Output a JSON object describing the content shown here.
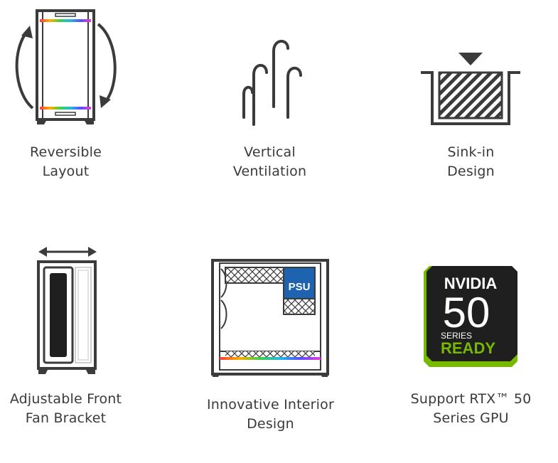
{
  "features": [
    {
      "id": "reversible",
      "icon": "reversible-layout-icon",
      "line1": "Reversible",
      "line2": "Layout"
    },
    {
      "id": "ventilation",
      "icon": "vertical-ventilation-icon",
      "line1": "Vertical",
      "line2": "Ventilation"
    },
    {
      "id": "sinkin",
      "icon": "sink-in-design-icon",
      "line1": "Sink-in",
      "line2": "Design"
    },
    {
      "id": "fanbracket",
      "icon": "adjustable-front-fan-bracket-icon",
      "line1": "Adjustable Front",
      "line2": "Fan Bracket"
    },
    {
      "id": "interior",
      "icon": "innovative-interior-design-icon",
      "line1": "Innovative Interior",
      "line2": "Design",
      "psu_label": "PSU"
    },
    {
      "id": "rtx",
      "icon": "nvidia-50-series-ready-icon",
      "line1": "Support RTX™ 50",
      "line2": "Series GPU",
      "badge": {
        "brand": "NVIDIA",
        "number": "50",
        "series": "SERIES",
        "ready": "READY"
      }
    }
  ],
  "colors": {
    "stroke": "#3b3b3b",
    "nvidia_green": "#76b900",
    "badge_bg": "#1f1f1f",
    "psu_blue": "#1e63b0"
  }
}
